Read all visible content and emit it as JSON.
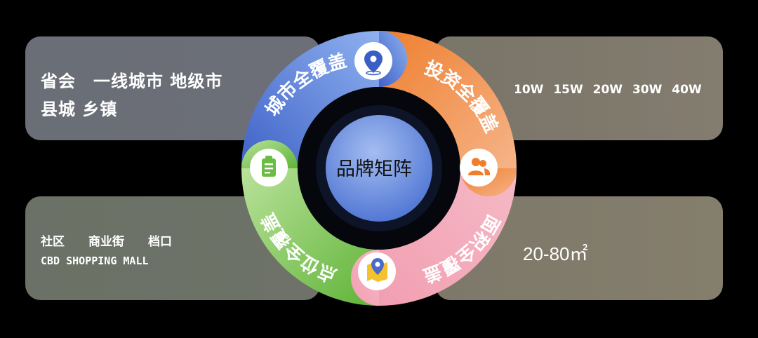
{
  "top_left": {
    "line1": "省会　一线城市 地级市",
    "line2": "县城 乡镇"
  },
  "top_right": {
    "line1": "10W  15W   20W  30W  40W"
  },
  "bottom_left": {
    "line1": "社区　　商业街　　档口",
    "line2": "CBD  SHOPPING  MALL"
  },
  "bottom_right": {
    "line1": "20-80㎡"
  },
  "wheel": {
    "center_label": "品牌矩阵",
    "segments": [
      {
        "label": "城市全覆盖",
        "icon": "location-pin-icon",
        "color": "#4a6fd0"
      },
      {
        "label": "投资全覆盖",
        "icon": "people-icon",
        "color": "#f08a3c"
      },
      {
        "label": "面积全覆盖",
        "icon": "map-pin-icon",
        "color": "#f3aebd"
      },
      {
        "label": "点位全覆盖",
        "icon": "clipboard-icon",
        "color": "#77c44d"
      }
    ]
  }
}
